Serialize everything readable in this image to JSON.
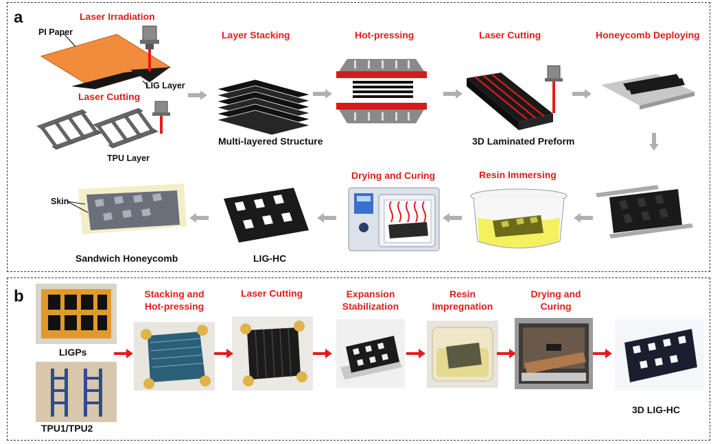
{
  "panel_a": {
    "label": "a",
    "steps": {
      "laser_irradiation": "Laser Irradiation",
      "laser_cutting_1": "Laser Cutting",
      "layer_stacking": "Layer Stacking",
      "hot_pressing": "Hot-pressing",
      "laser_cutting_2": "Laser Cutting",
      "honeycomb_deploying": "Honeycomb Deploying",
      "resin_immersing": "Resin Immersing",
      "drying_curing": "Drying and Curing"
    },
    "labels": {
      "pi_paper": "PI Paper",
      "lig_layer": "LIG Layer",
      "tpu_layer": "TPU Layer",
      "multi_layered": "Multi-layered Structure",
      "laminated_preform": "3D Laminated Preform",
      "lig_hc": "LIG-HC",
      "sandwich": "Sandwich Honeycomb",
      "skin": "Skin"
    }
  },
  "panel_b": {
    "label": "b",
    "steps": {
      "stacking_line1": "Stacking and",
      "stacking_line2": "Hot-pressing",
      "laser_cutting": "Laser Cutting",
      "expansion_line1": "Expansion",
      "expansion_line2": "Stabilization",
      "resin_line1": "Resin",
      "resin_line2": "Impregnation",
      "drying_line1": "Drying and",
      "drying_line2": "Curing"
    },
    "labels": {
      "ligps": "LIGPs",
      "tpu": "TPU1/TPU2",
      "final": "3D LIG-HC"
    }
  },
  "colors": {
    "step_red": "#e31b1b",
    "arrow_gray": "#b0b0b0",
    "arrow_red": "#e31b1b",
    "pi_orange": "#f08c3c",
    "resin_yellow": "#f2ef4c"
  }
}
